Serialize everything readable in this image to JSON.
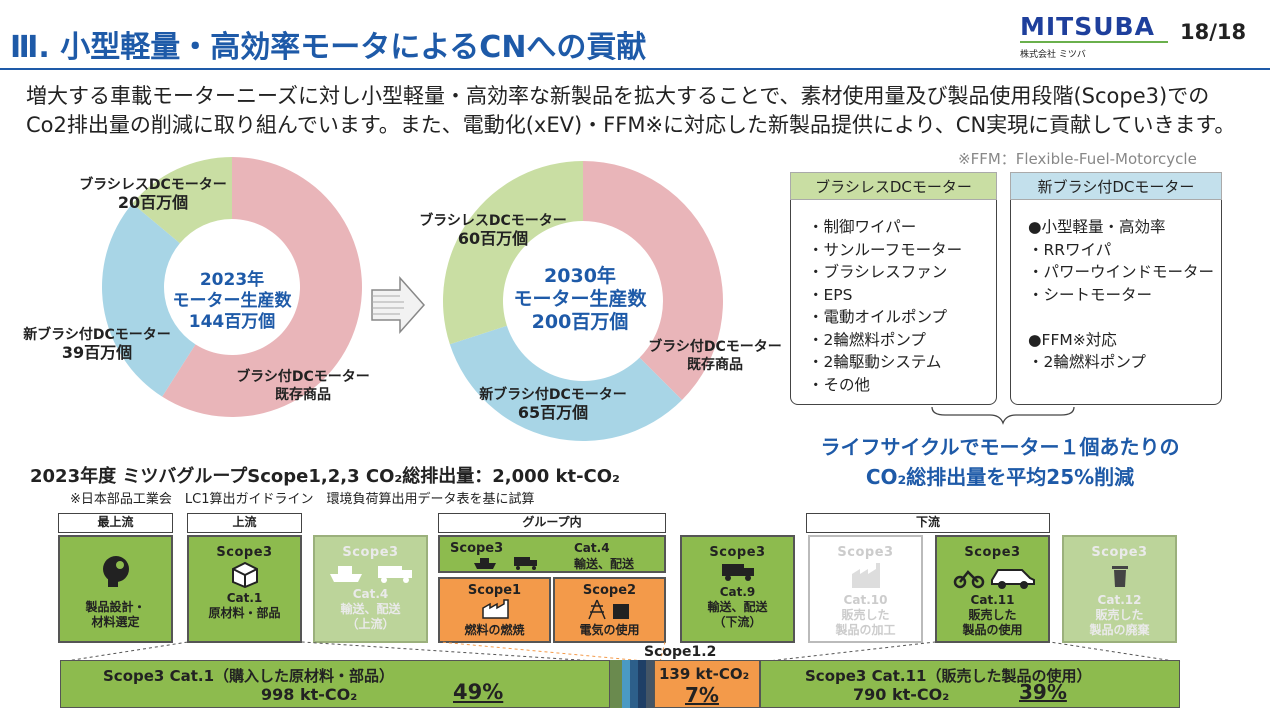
{
  "header": {
    "title": "Ⅲ. 小型軽量・高効率モータによるCNへの貢献",
    "logo": "MITSUBA",
    "logo_sub": "株式会社 ミツバ",
    "page_number": "18/18"
  },
  "intro": {
    "line1": "増大する車載モーターニーズに対し小型軽量・高効率な新製品を拡大することで、素材使用量及び製品使用段階(Scope3)での",
    "line2": "Co2排出量の削減に取り組んでいます。また、電動化(xEV)・FFM※に対応した新製品提供により、CN実現に貢献していきます。",
    "note": "※FFM：Flexible-Fuel-Motorcycle"
  },
  "colors": {
    "blue": "#1e5aa8",
    "pink": "#e9b5b9",
    "lightblue": "#a8d5e6",
    "lightgreen": "#c9dea3",
    "green": "#8dbb4e",
    "orange": "#f39a4a"
  },
  "chart_data": [
    {
      "type": "pie",
      "title": "2023年 モーター生産数 144百万個",
      "center_lines": [
        "2023年",
        "モーター生産数",
        "144百万個"
      ],
      "slices": [
        {
          "name": "ブラシレスDCモーター",
          "label": "20百万個",
          "value": 20
        },
        {
          "name": "新ブラシ付DCモーター",
          "label": "39百万個",
          "value": 39
        },
        {
          "name": "ブラシ付DCモーター既存商品",
          "label": "",
          "value": 85
        }
      ]
    },
    {
      "type": "pie",
      "title": "2030年 モーター生産数 200百万個",
      "center_lines": [
        "2030年",
        "モーター生産数",
        "200百万個"
      ],
      "slices": [
        {
          "name": "ブラシレスDCモーター",
          "label": "60百万個",
          "value": 60
        },
        {
          "name": "新ブラシ付DCモーター",
          "label": "65百万個",
          "value": 65
        },
        {
          "name": "ブラシ付DCモーター既存商品",
          "label": "",
          "value": 75
        }
      ]
    }
  ],
  "donut1_labels": {
    "bldc": "ブラシレスDCモーター",
    "bldc_val": "20百万個",
    "newbrush": "新ブラシ付DCモーター",
    "newbrush_val": "39百万個",
    "existing1": "ブラシ付DCモーター",
    "existing2": "既存商品"
  },
  "donut2_labels": {
    "bldc": "ブラシレスDCモーター",
    "bldc_val": "60百万個",
    "newbrush": "新ブラシ付DCモーター",
    "newbrush_val": "65百万個",
    "existing1": "ブラシ付DCモーター",
    "existing2": "既存商品"
  },
  "products": {
    "bldc": {
      "head": "ブラシレスDCモーター",
      "items": [
        "・制御ワイパー",
        "・サンルーフモーター",
        "・ブラシレスファン",
        "・EPS",
        "・電動オイルポンプ",
        "・2輪燃料ポンプ",
        "・2輪駆動システム",
        "・その他"
      ]
    },
    "newbrush": {
      "head": "新ブラシ付DCモーター",
      "items": [
        "●小型軽量・高効率",
        "・RRワイパ",
        "・パワーウインドモーター",
        "・シートモーター",
        "",
        "●FFM※対応",
        "・2輪燃料ポンプ"
      ]
    }
  },
  "conclusion": {
    "line1": "ライフサイクルでモーター１個あたりの",
    "line2": "CO₂総排出量を平均25%削減"
  },
  "emissions": {
    "title": "2023年度 ミツバグループScope1,2,3 CO₂総排出量：2,000 kt-CO₂",
    "note": "※日本部品工業会　LC1算出ガイドライン　環境負荷算出用データ表を基に試算"
  },
  "stages": {
    "s1": "最上流",
    "s2": "上流",
    "s3": "グループ内",
    "s4": "下流"
  },
  "cards": {
    "design": {
      "line1": "製品設計・",
      "line2": "材料選定"
    },
    "cat1": {
      "scope": "Scope3",
      "cat": "Cat.1",
      "desc": "原材料・部品"
    },
    "cat4u": {
      "scope": "Scope3",
      "cat": "Cat.4",
      "desc1": "輸送、配送",
      "desc2": "（上流）"
    },
    "cat4g": {
      "scope": "Scope3",
      "cat": "Cat.4",
      "desc": "輸送、配送"
    },
    "scope1": {
      "scope": "Scope1",
      "desc": "燃料の燃焼"
    },
    "scope2": {
      "scope": "Scope2",
      "desc": "電気の使用"
    },
    "cat9": {
      "scope": "Scope3",
      "cat": "Cat.9",
      "desc1": "輸送、配送",
      "desc2": "（下流）"
    },
    "cat10": {
      "scope": "Scope3",
      "cat": "Cat.10",
      "desc1": "販売した",
      "desc2": "製品の加工"
    },
    "cat11": {
      "scope": "Scope3",
      "cat": "Cat.11",
      "desc1": "販売した",
      "desc2": "製品の使用"
    },
    "cat12": {
      "scope": "Scope3",
      "cat": "Cat.12",
      "desc1": "販売した",
      "desc2": "製品の廃棄"
    }
  },
  "bar": {
    "cat1_label": "Scope3 Cat.1（購入した原材料・部品）",
    "cat1_value": "998 kt-CO₂",
    "cat1_pct": "49%",
    "scope12_title": "Scope1.2",
    "scope12_value": "139 kt-CO₂",
    "scope12_pct": "7%",
    "cat11_label": "Scope3 Cat.11（販売した製品の使用）",
    "cat11_value": "790 kt-CO₂",
    "cat11_pct": "39%"
  }
}
